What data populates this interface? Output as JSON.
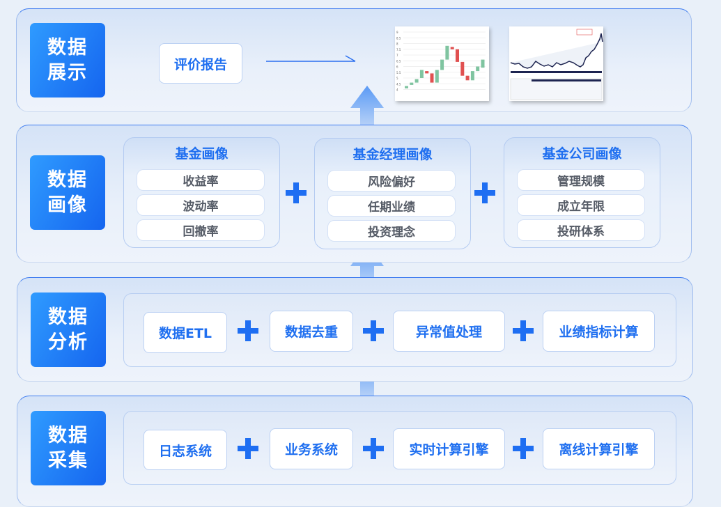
{
  "layers": [
    {
      "label": "数据展示"
    },
    {
      "label": "数据画像"
    },
    {
      "label": "数据分析"
    },
    {
      "label": "数据采集"
    }
  ],
  "display": {
    "report": "评价报告"
  },
  "portrait": {
    "cards": [
      {
        "title": "基金画像",
        "items": [
          "收益率",
          "波动率",
          "回撤率"
        ]
      },
      {
        "title": "基金经理画像",
        "items": [
          "风险偏好",
          "任期业绩",
          "投资理念"
        ]
      },
      {
        "title": "基金公司画像",
        "items": [
          "管理规模",
          "成立年限",
          "投研体系"
        ]
      }
    ]
  },
  "analysis": {
    "items": [
      "数据ETL",
      "数据去重",
      "异常值处理",
      "业绩指标计算"
    ]
  },
  "collection": {
    "items": [
      "日志系统",
      "业务系统",
      "实时计算引擎",
      "离线计算引擎"
    ]
  },
  "colors": {
    "accent": "#1e6ef2",
    "up": "#7fc4a0",
    "down": "#e05050"
  },
  "candles": [
    [
      4.1,
      4.3
    ],
    [
      4.4,
      4.6
    ],
    [
      4.6,
      4.9
    ],
    [
      5.0,
      5.7
    ],
    [
      5.6,
      5.4
    ],
    [
      5.4,
      4.6
    ],
    [
      4.6,
      5.7
    ],
    [
      5.7,
      6.6
    ],
    [
      6.6,
      7.8
    ],
    [
      7.7,
      7.5
    ],
    [
      7.5,
      6.4
    ],
    [
      6.4,
      5.2
    ],
    [
      5.2,
      4.8
    ],
    [
      4.8,
      5.6
    ],
    [
      5.6,
      6.0
    ],
    [
      5.9,
      6.6
    ]
  ],
  "candle_yticks": [
    "9",
    "8.5",
    "8",
    "7.5",
    "7",
    "6.5",
    "6",
    "5.5",
    "5",
    "4.5",
    "4"
  ]
}
